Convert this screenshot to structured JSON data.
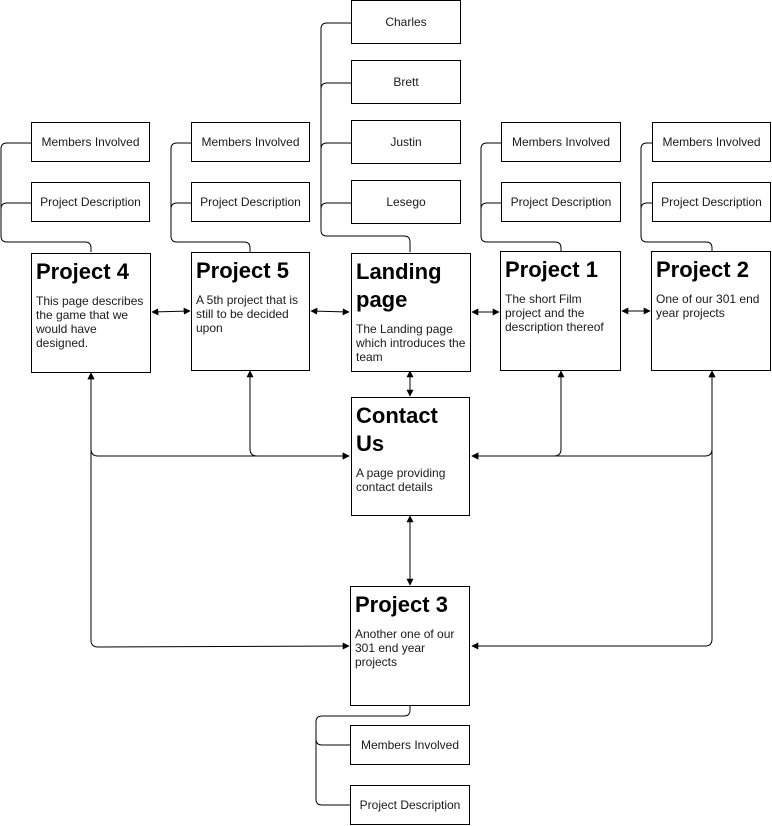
{
  "pages": {
    "project4": {
      "title": "Project 4",
      "desc": "This page describes the game that we would have designed."
    },
    "project5": {
      "title": "Project 5",
      "desc": "A 5th project that is still to be decided upon"
    },
    "landing": {
      "title": "Landing page",
      "desc": "The Landing page which introduces the team"
    },
    "project1": {
      "title": "Project 1",
      "desc": "The short Film project and the description thereof"
    },
    "project2": {
      "title": "Project 2",
      "desc": "One of our 301 end year projects"
    },
    "contact": {
      "title": "Contact Us",
      "desc": "A page providing contact details"
    },
    "project3": {
      "title": "Project 3",
      "desc": "Another one of our 301 end year projects"
    }
  },
  "sub_labels": {
    "members": "Members Involved",
    "description": "Project Description"
  },
  "team": [
    "Charles",
    "Brett",
    "Justin",
    "Lesego"
  ],
  "colors": {
    "line": "#000000",
    "fill": "#ffffff"
  }
}
